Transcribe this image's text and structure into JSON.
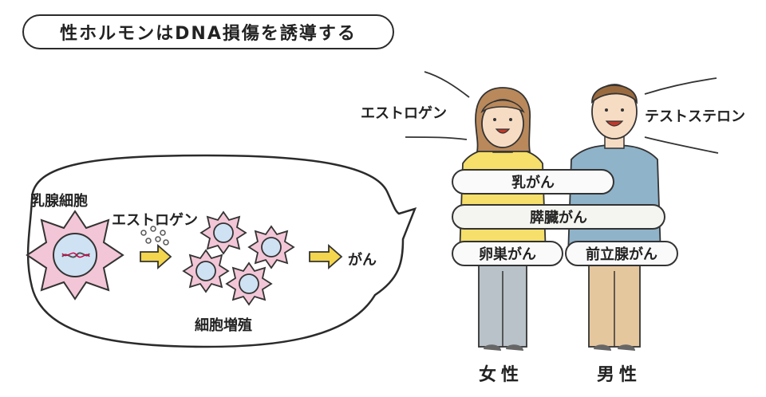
{
  "title": "性ホルモンはDNA損傷を誘導する",
  "bubble": {
    "cell_label": "乳腺細胞",
    "hormone_label": "エストロゲン",
    "proliferation_label": "細胞増殖",
    "result_label": "がん"
  },
  "female": {
    "hormone": "エストロゲン",
    "label": "女性"
  },
  "male": {
    "hormone": "テストステロン",
    "label": "男性"
  },
  "cancers": {
    "breast": "乳がん",
    "pancreas": "膵臓がん",
    "ovary": "卵巣がん",
    "prostate": "前立腺がん"
  },
  "colors": {
    "cell_pink": "#f2c6d6",
    "nucleus_blue": "#cfe2f3",
    "arrow_yellow": "#f3d54e",
    "female_shirt": "#f6df6a",
    "male_shirt": "#8fb3c9",
    "female_pants": "#b9c2c8",
    "male_pants": "#e5c79e",
    "skin": "#f7dcc4",
    "female_hair": "#b9895b",
    "male_hair": "#9a6a3f"
  }
}
